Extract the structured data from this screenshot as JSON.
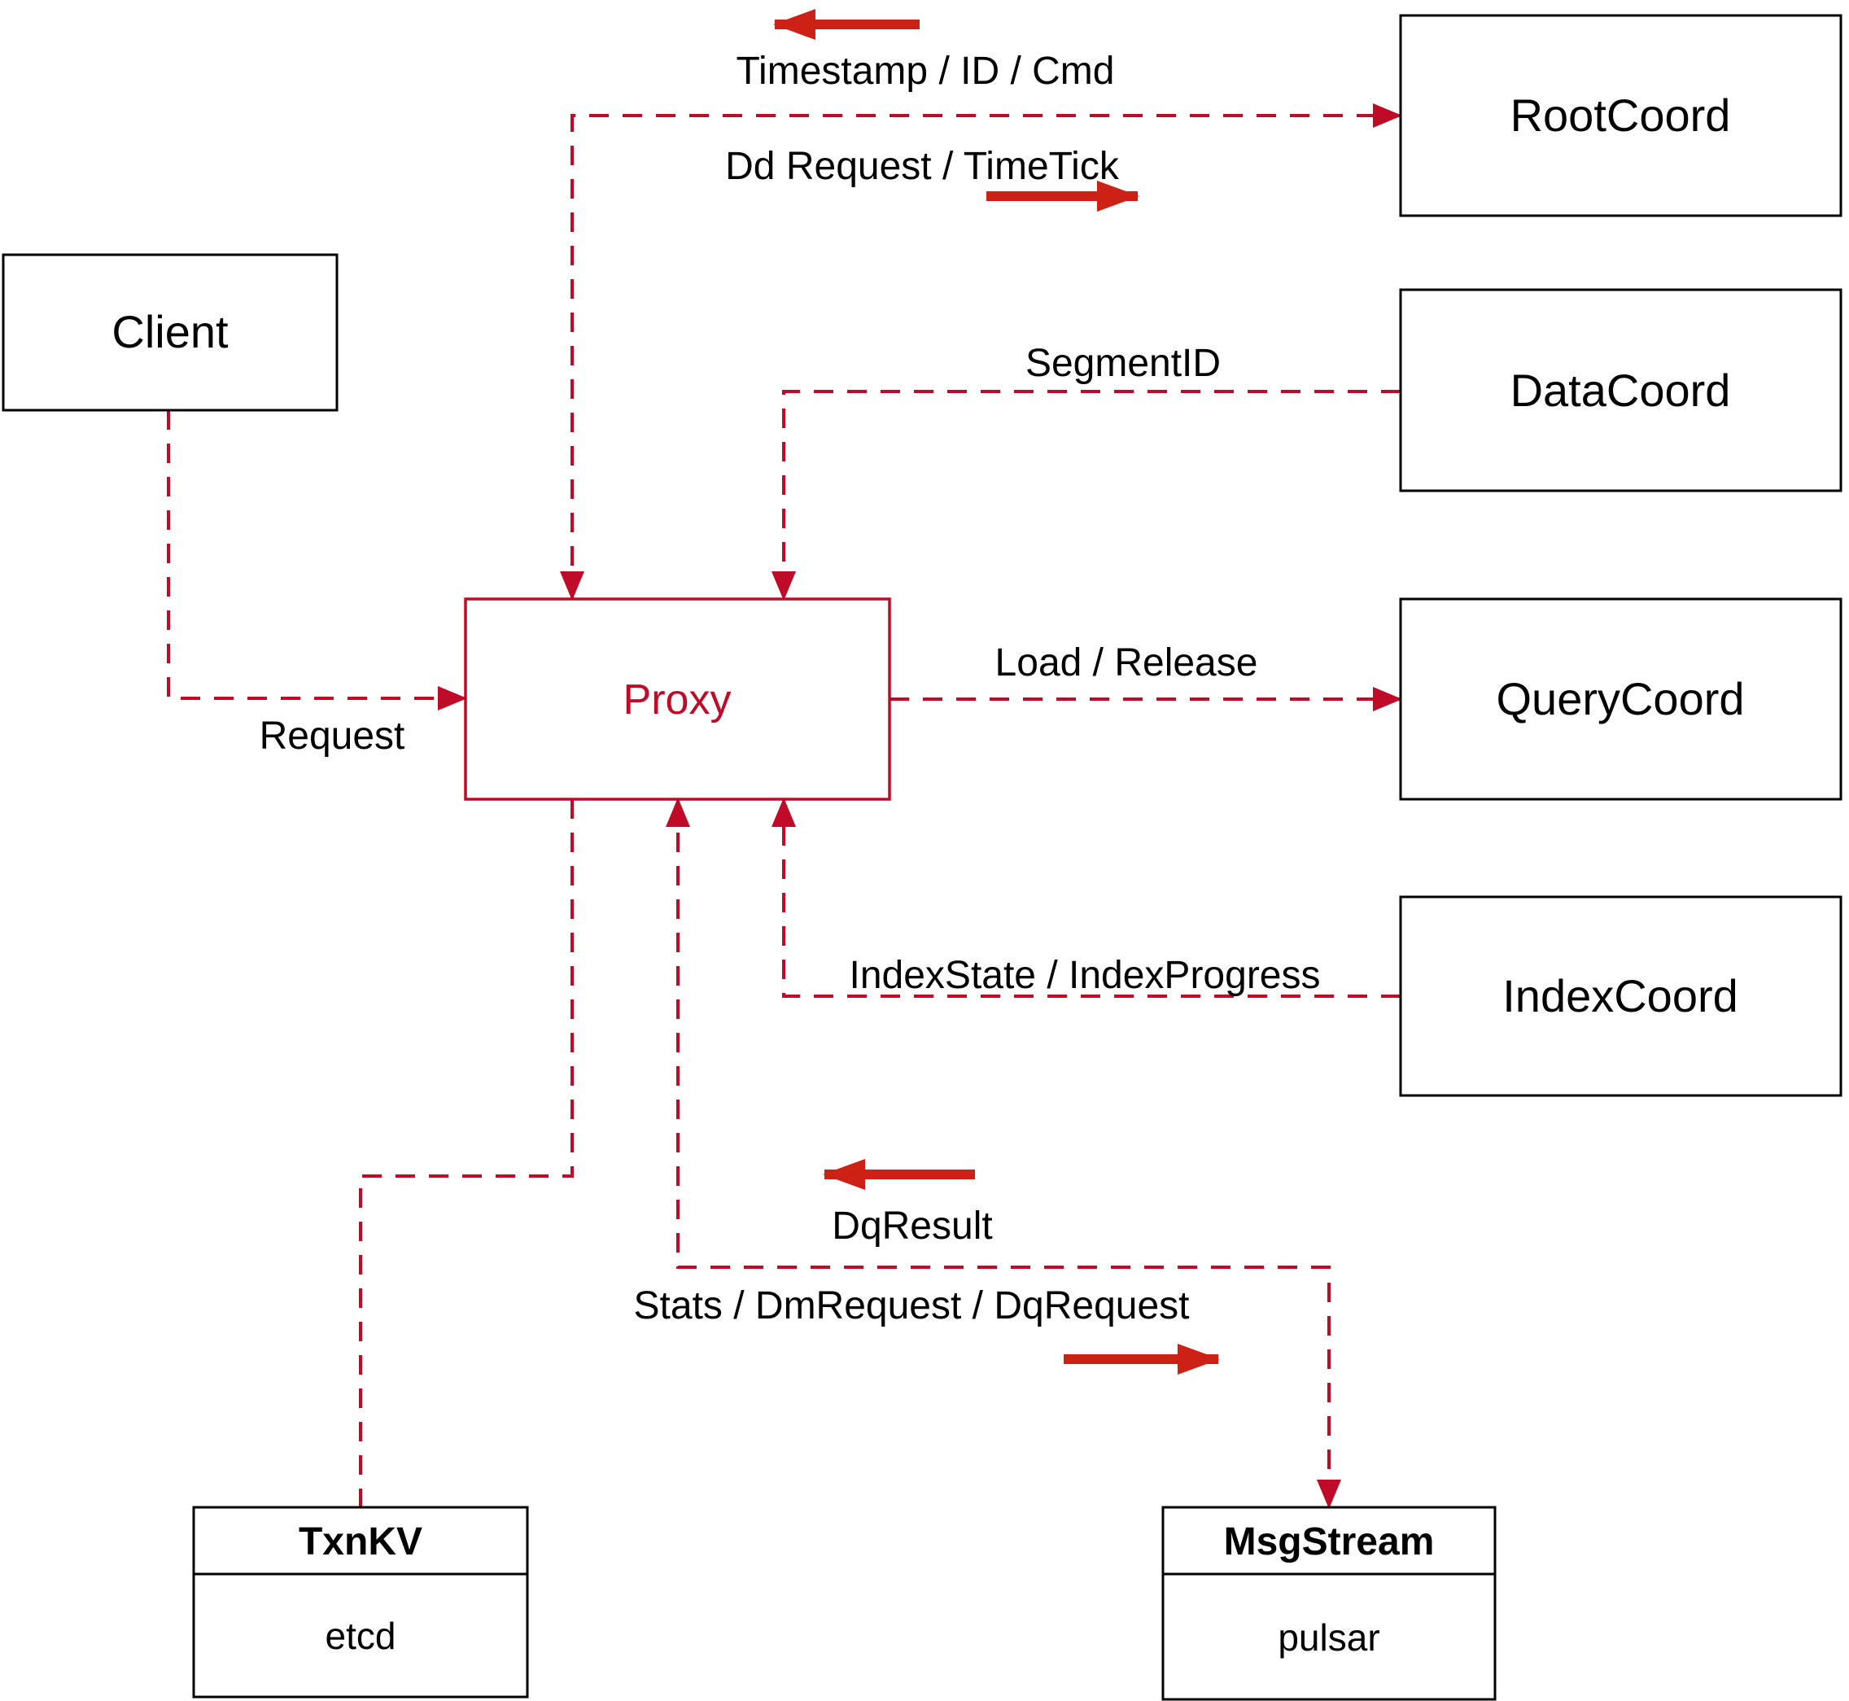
{
  "diagram": {
    "colors": {
      "line_red": "#bf0b27",
      "bold_arrow_red": "#cc2114",
      "box_border_black": "#000000",
      "background": "#ffffff"
    },
    "nodes": {
      "client": {
        "label": "Client"
      },
      "proxy": {
        "label": "Proxy"
      },
      "root_coord": {
        "label": "RootCoord"
      },
      "data_coord": {
        "label": "DataCoord"
      },
      "query_coord": {
        "label": "QueryCoord"
      },
      "index_coord": {
        "label": "IndexCoord"
      },
      "txn_kv": {
        "title": "TxnKV",
        "subtitle": "etcd"
      },
      "msg_stream": {
        "title": "MsgStream",
        "subtitle": "pulsar"
      }
    },
    "edge_labels": {
      "timestamp_id_cmd": "Timestamp / ID / Cmd",
      "dd_request_timetick": "Dd Request / TimeTick",
      "segment_id": "SegmentID",
      "request": "Request",
      "load_release": "Load / Release",
      "index_state_progress": "IndexState / IndexProgress",
      "dq_result": "DqResult",
      "stats_dm_dq": "Stats / DmRequest / DqRequest"
    }
  }
}
